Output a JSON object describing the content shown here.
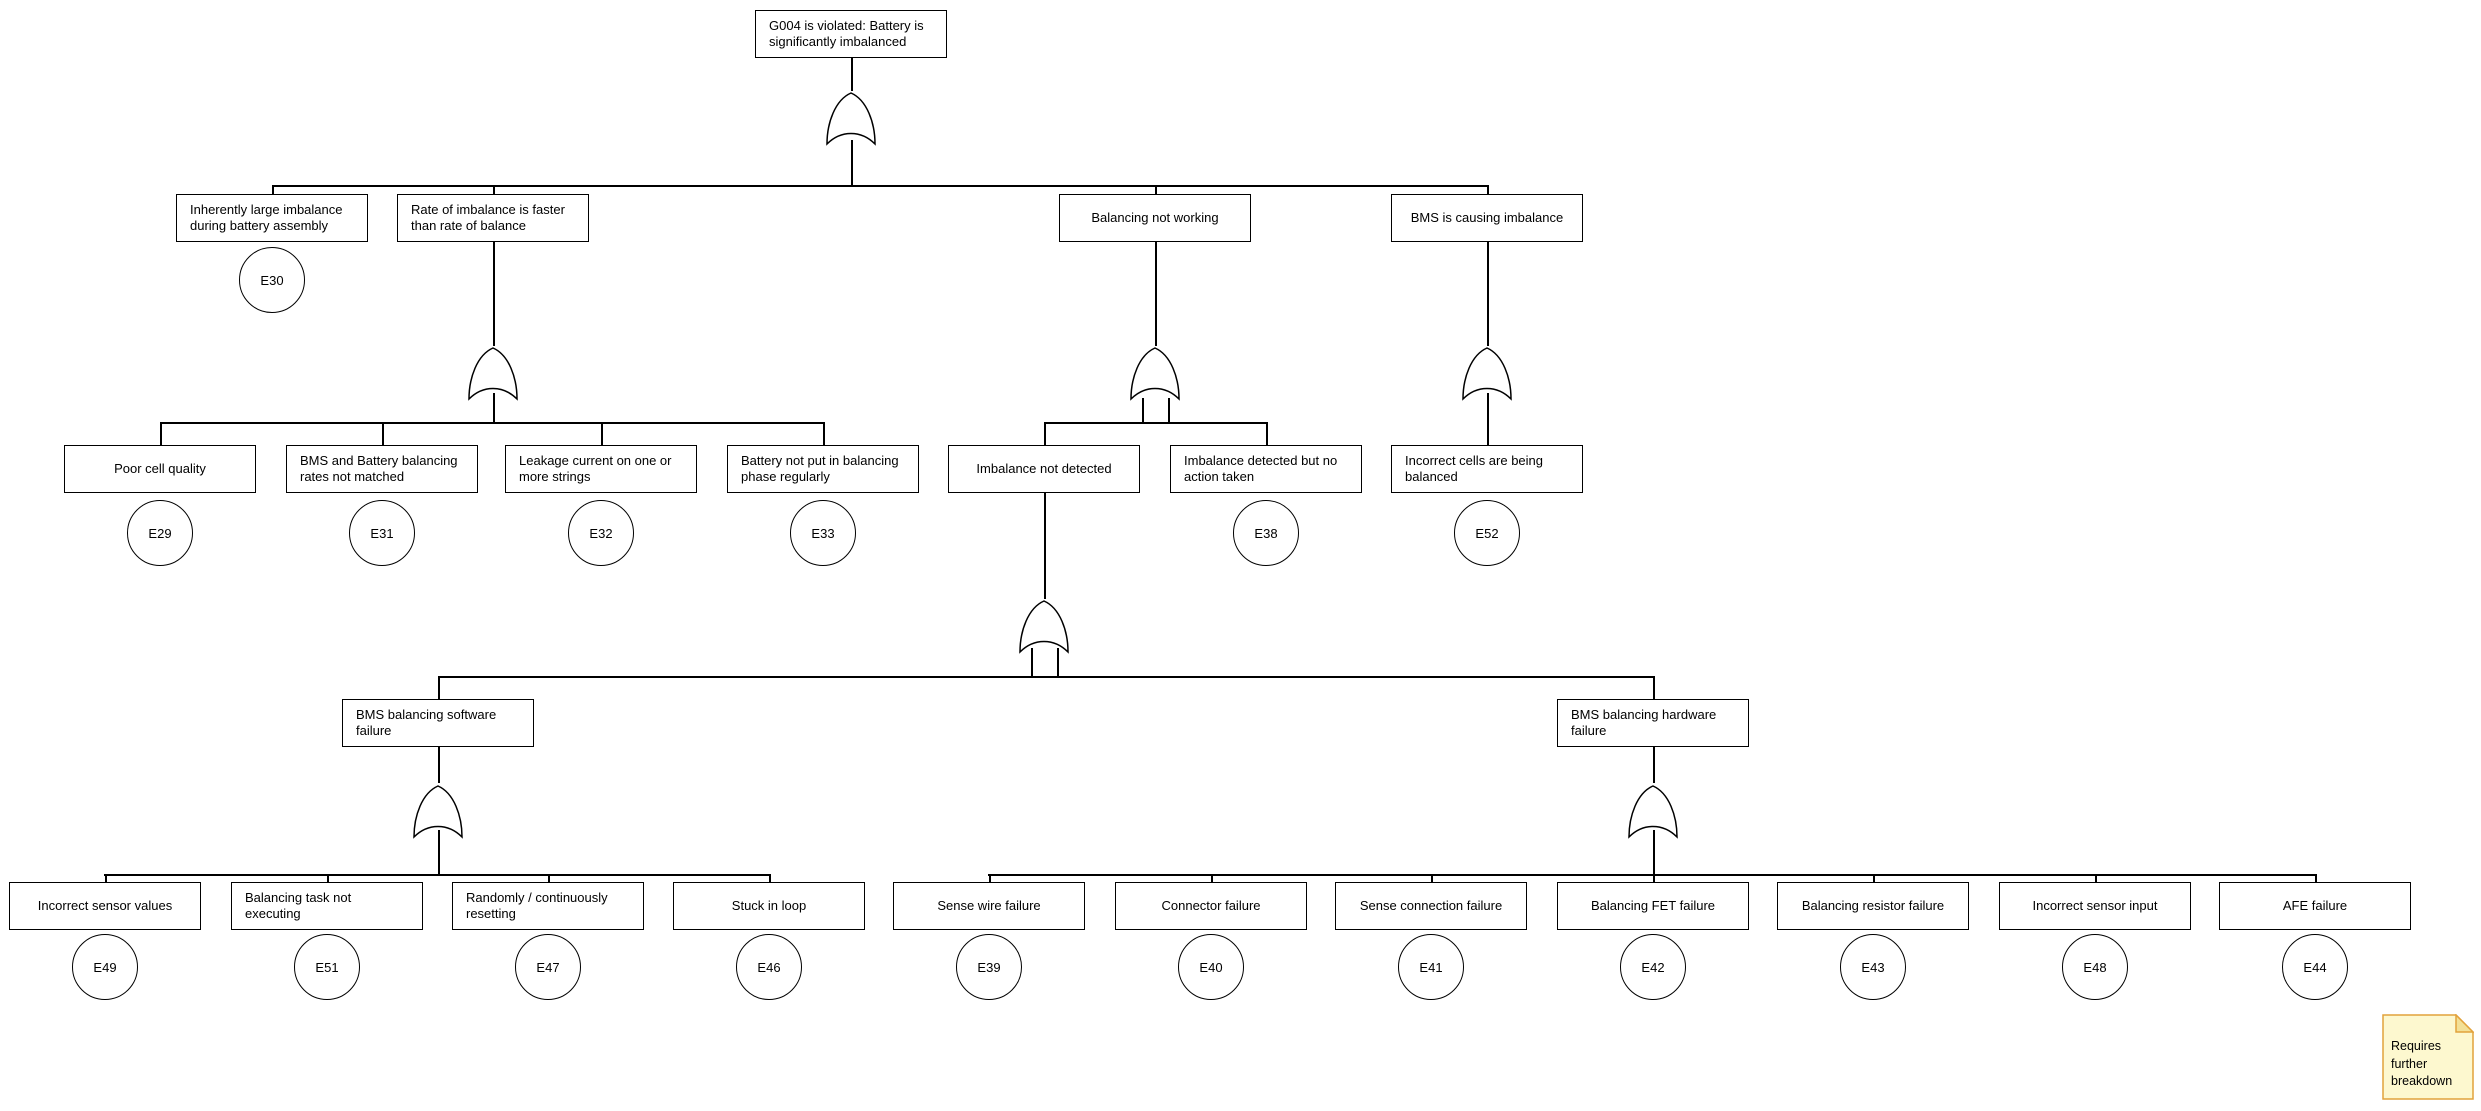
{
  "tree": {
    "gate_symbol": "OR",
    "top": {
      "label": "G004 is violated: Battery is significantly imbalanced"
    },
    "branches": [
      {
        "label": "Inherently large imbalance during battery assembly",
        "event": "E30"
      },
      {
        "label": "Rate of imbalance is faster than rate of balance"
      },
      {
        "label": "Balancing not working"
      },
      {
        "label": "BMS is causing imbalance"
      }
    ],
    "rate_children": [
      {
        "label": "Poor cell quality",
        "event": "E29"
      },
      {
        "label": "BMS and Battery balancing rates not matched",
        "event": "E31"
      },
      {
        "label": "Leakage current on one or more strings",
        "event": "E32"
      },
      {
        "label": "Battery not put in balancing phase regularly",
        "event": "E33"
      }
    ],
    "balancing_children": [
      {
        "label": "Imbalance not detected"
      },
      {
        "label": "Imbalance detected but no action taken",
        "event": "E38"
      }
    ],
    "bms_children": [
      {
        "label": "Incorrect cells are being balanced",
        "event": "E52"
      }
    ],
    "detection_children": [
      {
        "label": "BMS balancing software failure"
      },
      {
        "label": "BMS balancing hardware failure"
      }
    ],
    "software_children": [
      {
        "label": "Incorrect sensor values",
        "event": "E49"
      },
      {
        "label": "Balancing task not executing",
        "event": "E51"
      },
      {
        "label": "Randomly / continuously resetting",
        "event": "E47"
      },
      {
        "label": "Stuck in loop",
        "event": "E46"
      }
    ],
    "hardware_children": [
      {
        "label": "Sense wire failure",
        "event": "E39"
      },
      {
        "label": "Connector failure",
        "event": "E40"
      },
      {
        "label": "Sense connection failure",
        "event": "E41"
      },
      {
        "label": "Balancing FET failure",
        "event": "E42"
      },
      {
        "label": "Balancing resistor failure",
        "event": "E43"
      },
      {
        "label": "Incorrect sensor input",
        "event": "E48"
      },
      {
        "label": "AFE failure",
        "event": "E44"
      }
    ]
  },
  "note": {
    "text": "Requires further breakdown"
  },
  "colors": {
    "note_fill": "#FDF8CF",
    "note_fold": "#F3E096",
    "note_border": "#E2A23B",
    "line": "#000000",
    "box_bg": "#FFFFFF"
  }
}
